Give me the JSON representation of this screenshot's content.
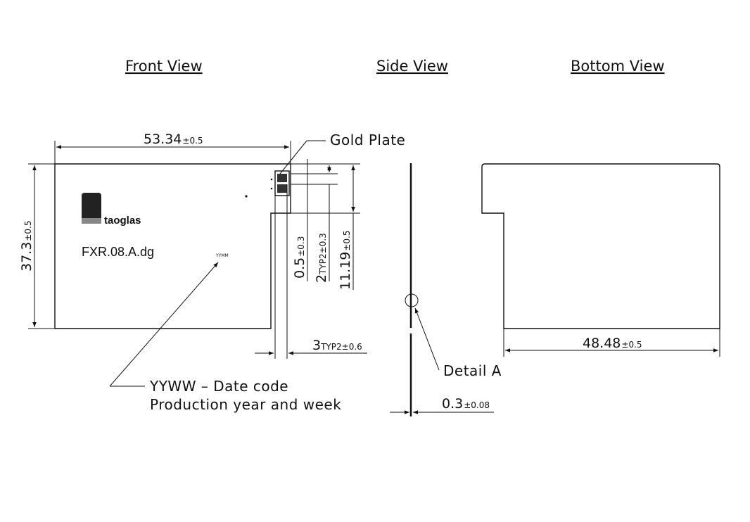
{
  "views": {
    "front": "Front View",
    "side": "Side View",
    "bottom": "Bottom View"
  },
  "labels": {
    "gold_plate": "Gold Plate",
    "date_code": "YYWW – Date code",
    "production": "Production year and week",
    "detail": "Detail A",
    "part_number": "FXR.08.A.dg",
    "yymm": "YYMM",
    "logo_text": "taoglas"
  },
  "dimensions": {
    "width": {
      "value": "53.34",
      "tol": "±0.5"
    },
    "height": {
      "value": "37.3",
      "tol": "±0.5"
    },
    "pad_offset": {
      "value": "0.5",
      "tol": "±0.3"
    },
    "pad_pitch": {
      "value": "2",
      "typ": "TYP",
      "tol": "2±0.3"
    },
    "tab_height": {
      "value": "11.19",
      "tol": "±0.5"
    },
    "pad_width": {
      "value": "3",
      "typ": "TYP",
      "tol": "2±0.6"
    },
    "bottom_width": {
      "value": "48.48",
      "tol": "±0.5"
    },
    "thickness": {
      "value": "0.3",
      "tol": "±0.08"
    }
  },
  "colors": {
    "line": "#111111",
    "background": "#ffffff"
  }
}
